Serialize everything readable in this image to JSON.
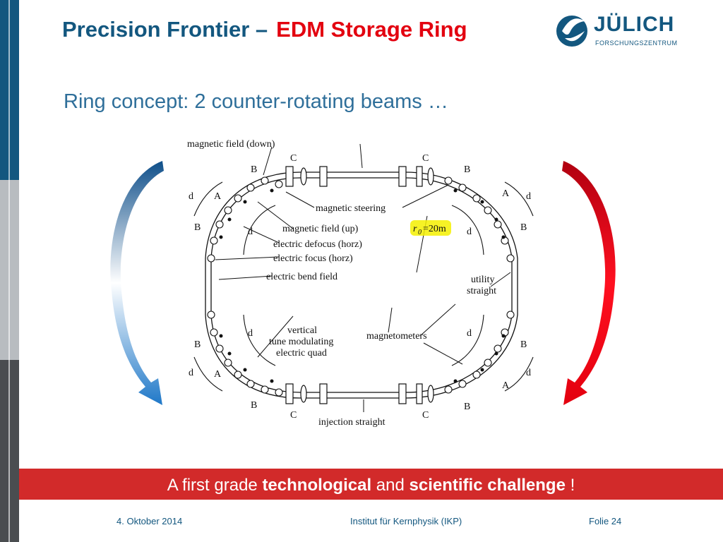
{
  "header": {
    "title_part1": "Precision Frontier –",
    "title_part2": "EDM Storage Ring",
    "logo_word": "JÜLICH",
    "logo_sub": "FORSCHUNGSZENTRUM"
  },
  "subtitle": "Ring concept: 2 counter-rotating beams …",
  "diagram": {
    "magnetic_field_down": "magnetic field (down)",
    "magnetic_steering": "magnetic steering",
    "magnetic_field_up": "magnetic field (up)",
    "electric_defocus": "electric defocus (horz)",
    "electric_focus": "electric focus (horz)",
    "electric_bend": "electric bend field",
    "r0_symbol": "r",
    "r0_sub": "0",
    "r0_value": "=20m",
    "utility_1": "utility",
    "utility_2": "straight",
    "vertical": "vertical",
    "tune_modulating": "tune modulating",
    "electric_quad": "electric quad",
    "magnetometers": "magnetometers",
    "injection": "injection straight",
    "A": "A",
    "B": "B",
    "C": "C",
    "d": "d"
  },
  "banner": {
    "part1": "A first grade ",
    "part2": "technological",
    "part3": " and ",
    "part4": "scientific challenge",
    "part5": " !"
  },
  "footer": {
    "date": "4. Oktober 2014",
    "institute": "Institut für Kernphysik (IKP)",
    "slide": "Folie 24"
  },
  "colors": {
    "blue_dark": "#13577f",
    "red_title": "#e3000f",
    "banner_red": "#d22a2a",
    "arrow_blue": "#1a66b3",
    "arrow_red": "#e3000f",
    "highlight": "#f4f000"
  }
}
